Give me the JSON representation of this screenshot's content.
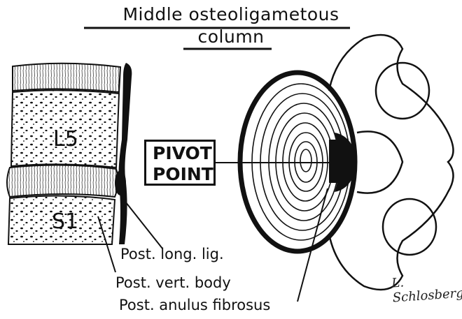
{
  "title": {
    "line1": "Middle osteoligametous",
    "line2": "column"
  },
  "vertebrae": {
    "upper": "L5",
    "lower": "S1"
  },
  "pivot": {
    "line1": "PIVOT",
    "line2": "POINT"
  },
  "labels": {
    "post_long_lig": "Post. long. lig.",
    "post_vert_body": "Post. vert. body",
    "post_anulus": "Post. anulus fibrosus"
  },
  "signature": "L. Schlosberg"
}
